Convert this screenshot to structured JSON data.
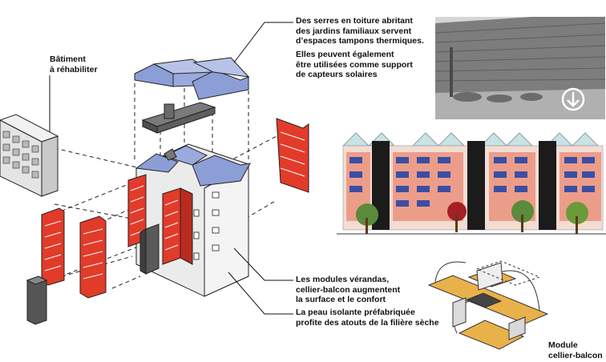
{
  "labels": {
    "batiment": "Bâtiment\nà réhabiliter",
    "serres": "Des serres en toiture abritant\ndes jardins familiaux servent\nd’espaces tampons thermiques.",
    "support": "Elles peuvent également\nêtre utilisées comme support\nde capteurs solaires",
    "modules": "Les modules vérandas,\ncellier-balcon augmentent\nla surface et le confort",
    "peau": "La peau isolante préfabriquée\nprofite des atouts de la filière sèche",
    "module_cb": "Module\ncellier-balcon"
  },
  "icons": {
    "photo_badge": "down-arrow-icon"
  },
  "colors": {
    "red_module": "#e23b2a",
    "roof_blue": "#8c9ed6",
    "dark_grey": "#5a5a5a",
    "wall_light": "#ebebeb",
    "orange_plan": "#e9b14a"
  }
}
